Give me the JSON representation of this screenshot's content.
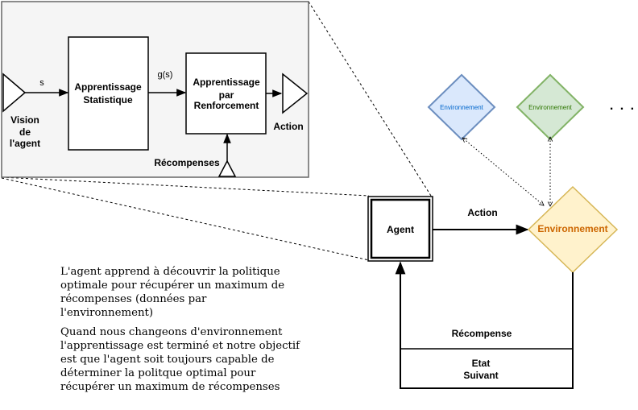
{
  "inset": {
    "input_label": "s",
    "block1": [
      "Apprentissage",
      "Statistique"
    ],
    "signal_label": "g(s)",
    "block2": [
      "Apprentissage",
      "par",
      "Renforcement"
    ],
    "vision": [
      "Vision",
      "de",
      "l'agent"
    ],
    "action": "Action",
    "rewards": "Récompenses"
  },
  "main": {
    "agent": "Agent",
    "action": "Action",
    "environment": "Environnement",
    "env_blue": "Environnement",
    "env_green": "Environnement",
    "more": ". . .",
    "reward": "Récompense",
    "next_state": [
      "Etat",
      "Suivant"
    ]
  },
  "notes": {
    "p1": "L'agent apprend à découvrir la politique optimale pour récupérer un maximum de récompenses (données par l'environnement)",
    "p2": "Quand nous changeons d'environnement l'apprentissage est terminé et notre objectif est que l'agent soit toujours capable de déterminer la politque optimal pour récupérer un maximum de récompenses"
  },
  "colors": {
    "inset_bg": "#f5f5f5",
    "blue_fill": "#dae8fc",
    "blue_stroke": "#6c8ebf",
    "blue_text": "#0066cc",
    "green_fill": "#d5e8d4",
    "green_stroke": "#82b366",
    "green_text": "#2d7600",
    "gold_fill": "#fff2cc",
    "gold_stroke": "#d6b656",
    "gold_text": "#cc6600"
  }
}
